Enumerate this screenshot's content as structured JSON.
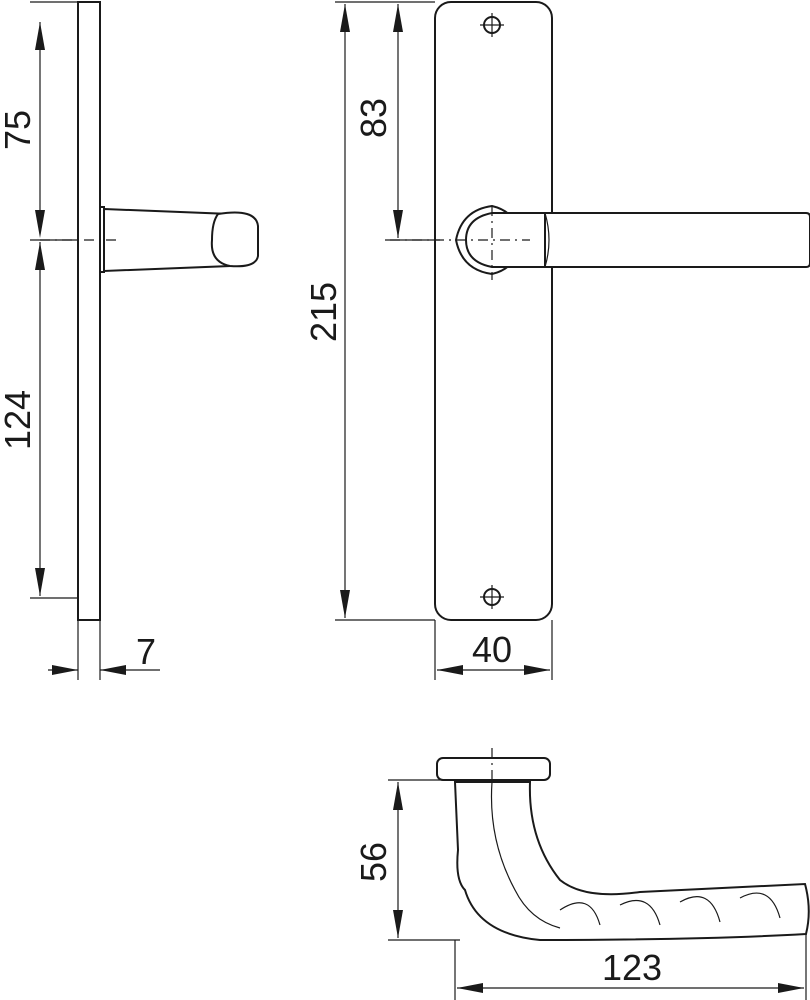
{
  "dimensions": {
    "side_top": "75",
    "side_bottom": "124",
    "side_thickness": "7",
    "plate_height": "215",
    "handle_offset": "83",
    "plate_width": "40",
    "lever_height": "56",
    "lever_length": "123"
  }
}
